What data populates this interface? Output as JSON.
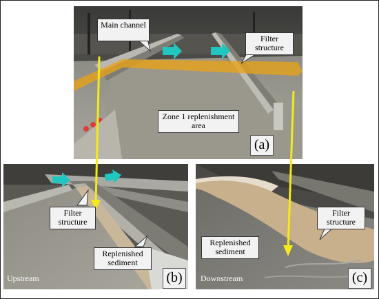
{
  "figure": {
    "panel_a": {
      "letter": "(a)",
      "main_channel": "Main channel",
      "filter_structure": "Filter structure",
      "zone_label": "Zone 1 replenishment area"
    },
    "panel_b": {
      "letter": "(b)",
      "corner_label": "Upstream",
      "filter_structure": "Filter structure",
      "replenished_sediment": "Replenished sediment"
    },
    "panel_c": {
      "letter": "(c)",
      "corner_label": "Downstream",
      "filter_structure": "Filter structure",
      "replenished_sediment": "Replenished sediment"
    }
  },
  "colors": {
    "yellow_arrow": "#f2ea1c",
    "orange_band": "#e8a317",
    "cyan_arrow": "#1fc7c0",
    "callout_bg": "#f2f2f2"
  }
}
